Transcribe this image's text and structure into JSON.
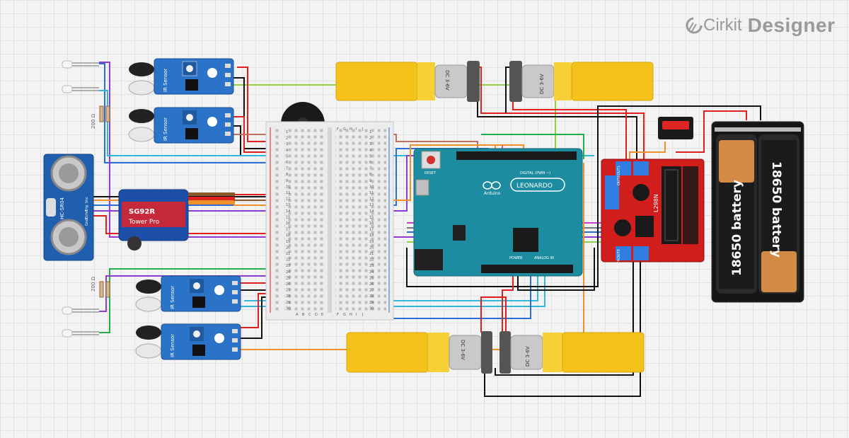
{
  "app": {
    "brand_left": "Cirkit",
    "brand_right": "Designer"
  },
  "ir_sensor_label": "IR Sensor",
  "ultrasonic_label": "HC-SR04",
  "ultrasonic_pins": [
    "Vcc",
    "Trig",
    "Echo",
    "Gnd"
  ],
  "resistor_label": "200 Ω",
  "servo": {
    "model": "SG92R",
    "brand": "Tower Pro"
  },
  "motor_label": "DC 3-6V",
  "arduino": {
    "name": "LEONARDO",
    "brand": "Arduino",
    "reset_label": "RESET",
    "digital_label": "DIGITAL (PWM ~)",
    "power_label": "POWER",
    "analog_label": "ANALOG IN"
  },
  "driver": {
    "chip": "L298N",
    "out1": "OUT1",
    "out2": "OUT2",
    "out3": "OUT3",
    "out4": "OUT4"
  },
  "battery_label": "18650 battery",
  "breadboard": {
    "cols_left": [
      "A",
      "B",
      "C",
      "D",
      "E"
    ],
    "cols_right": [
      "F",
      "G",
      "H",
      "I",
      "J"
    ],
    "rows": 30
  },
  "colors": {
    "red": "#e02020",
    "black": "#111111",
    "green": "#22b04b",
    "blue": "#2b6fd6",
    "purple": "#8e3ccf",
    "cyan": "#30b8d8",
    "lime": "#8fd24a",
    "orange": "#f0902a",
    "yellow": "#e8c21a",
    "brown": "#8b5a2b",
    "pink": "#e84ba0",
    "gray": "#888888"
  }
}
